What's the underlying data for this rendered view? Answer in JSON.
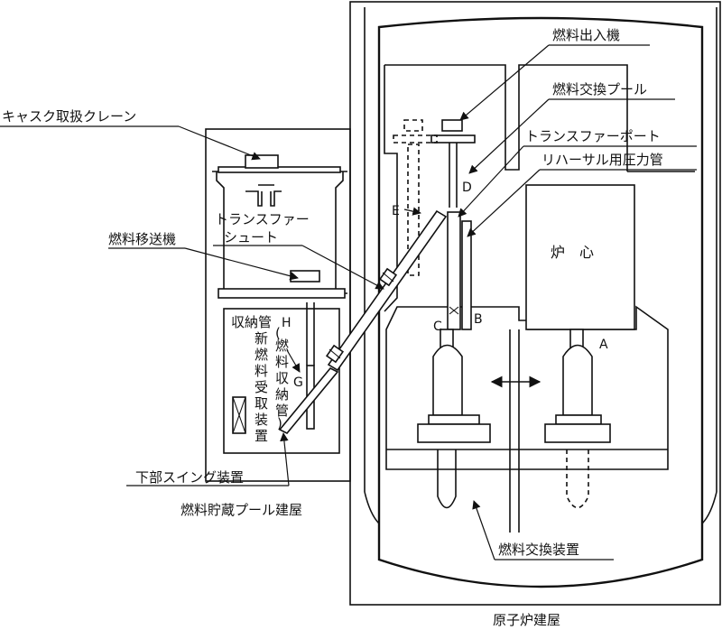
{
  "labels": {
    "fuel_handling_machine": "燃料出入機",
    "refueling_pool": "燃料交換プール",
    "transfer_port": "トランスファーポート",
    "rehearsal_pressure_tube": "リハーサル用圧力管",
    "cask_crane": "キャスク取扱クレーン",
    "transfer_chute_line1": "トランスファー",
    "transfer_chute_line2": "シュート",
    "fuel_transfer_machine": "燃料移送機",
    "core": "炉　心",
    "storage_tube": "収納管",
    "new_fuel_receiving_line1": "新",
    "new_fuel_receiving_line2": "燃",
    "new_fuel_receiving_line3": "料",
    "new_fuel_receiving_line4": "受",
    "new_fuel_receiving_line5": "取",
    "new_fuel_receiving_line6": "装",
    "new_fuel_receiving_line7": "置",
    "fuel_storage_tube_paren_1": "(",
    "fuel_storage_tube_1": "燃",
    "fuel_storage_tube_2": "料",
    "fuel_storage_tube_3": "収",
    "fuel_storage_tube_4": "納",
    "fuel_storage_tube_5": "管",
    "fuel_storage_tube_paren_2": ")",
    "lower_swing_device": "下部スイング装置",
    "fuel_storage_pool_building": "燃料貯蔵プール建屋",
    "refueling_machine": "燃料交換装置",
    "reactor_building": "原子炉建屋",
    "letter_A": "A",
    "letter_B": "B",
    "letter_C": "C",
    "letter_D": "D",
    "letter_E": "E",
    "letter_G": "G",
    "letter_H": "H"
  }
}
